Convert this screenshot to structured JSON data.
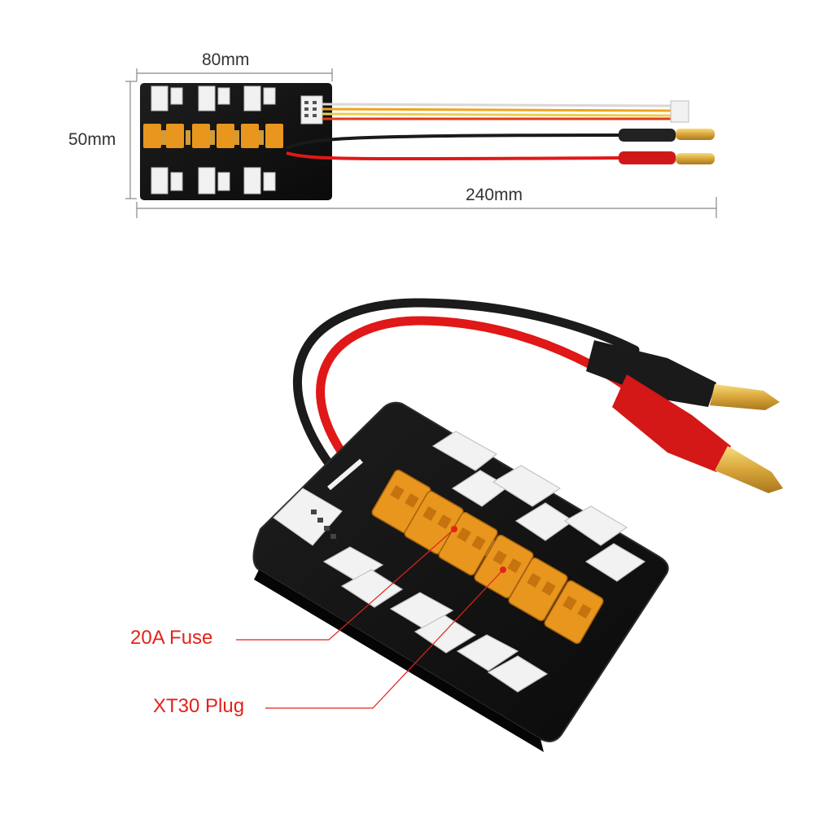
{
  "dimensions": {
    "width_label": "80mm",
    "height_label": "50mm",
    "length_label": "240mm"
  },
  "callouts": {
    "fuse_label": "20A Fuse",
    "plug_label": "XT30 Plug"
  },
  "colors": {
    "board": "#111111",
    "connector_orange": "#e8961e",
    "fuse_amber": "#f2b43c",
    "balance_white": "#f2f2f2",
    "wire_red": "#e01818",
    "wire_black": "#1a1a1a",
    "callout_red": "#e2231a",
    "dimension_line": "#888888"
  }
}
